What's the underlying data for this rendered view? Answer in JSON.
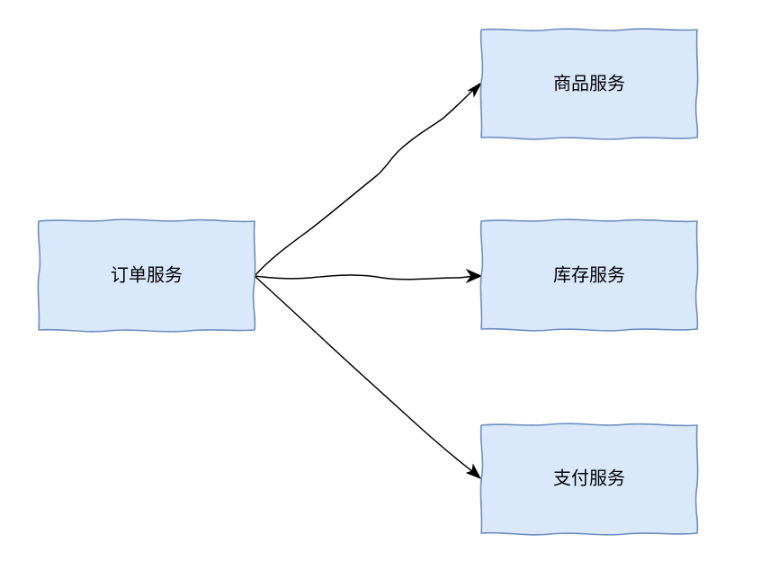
{
  "diagram": {
    "nodes": {
      "order": {
        "label": "订单服务"
      },
      "product": {
        "label": "商品服务"
      },
      "inventory": {
        "label": "库存服务"
      },
      "payment": {
        "label": "支付服务"
      }
    },
    "colors": {
      "node_fill": "#dae8fc",
      "node_stroke": "#6c8ebf",
      "edge": "#000000",
      "background": "#ffffff"
    },
    "style": "sketch",
    "edges": [
      {
        "from": "order",
        "to": "product"
      },
      {
        "from": "order",
        "to": "inventory"
      },
      {
        "from": "order",
        "to": "payment"
      }
    ]
  }
}
